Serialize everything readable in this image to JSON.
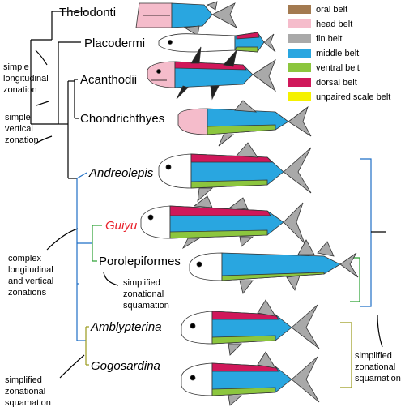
{
  "legend": [
    {
      "label": "oral belt",
      "color": "#a37a50"
    },
    {
      "label": "head belt",
      "color": "#f5bccb"
    },
    {
      "label": "fin belt",
      "color": "#a9a9a9"
    },
    {
      "label": "middle belt",
      "color": "#29a6e0"
    },
    {
      "label": "ventral belt",
      "color": "#8cc63e"
    },
    {
      "label": "dorsal belt",
      "color": "#d0185a"
    },
    {
      "label": "unpaired scale belt",
      "color": "#f5f100"
    }
  ],
  "taxa": [
    {
      "name": "Thelodonti",
      "italic": false,
      "color": "#000000"
    },
    {
      "name": "Placodermi",
      "italic": false,
      "color": "#000000"
    },
    {
      "name": "Acanthodii",
      "italic": false,
      "color": "#000000"
    },
    {
      "name": "Chondrichthyes",
      "italic": false,
      "color": "#000000"
    },
    {
      "name": "Andreolepis",
      "italic": true,
      "color": "#000000"
    },
    {
      "name": "Guiyu",
      "italic": true,
      "color": "#e8202a"
    },
    {
      "name": "Porolepiformes",
      "italic": false,
      "color": "#000000"
    },
    {
      "name": "Amblypterina",
      "italic": true,
      "color": "#000000"
    },
    {
      "name": "Gogosardina",
      "italic": true,
      "color": "#000000"
    }
  ],
  "annotations": {
    "longitudinal": [
      "simple",
      "longitudinal",
      "zonation"
    ],
    "vertical": [
      "simple",
      "vertical",
      "zonation"
    ],
    "complex": [
      "complex",
      "longitudinal",
      "and vertical",
      "zonations"
    ],
    "simplified_mid": [
      "simplified",
      "zonational",
      "squamation"
    ],
    "simplified_right": [
      "simplified",
      "zonational",
      "squamation"
    ],
    "simplified_bottom": [
      "simplified",
      "zonational",
      "squamation"
    ]
  },
  "colors": {
    "tree_black": "#000000",
    "tree_blue": "#1f6fc6",
    "tree_green": "#2aa032",
    "tree_olive": "#9a9a1a"
  }
}
